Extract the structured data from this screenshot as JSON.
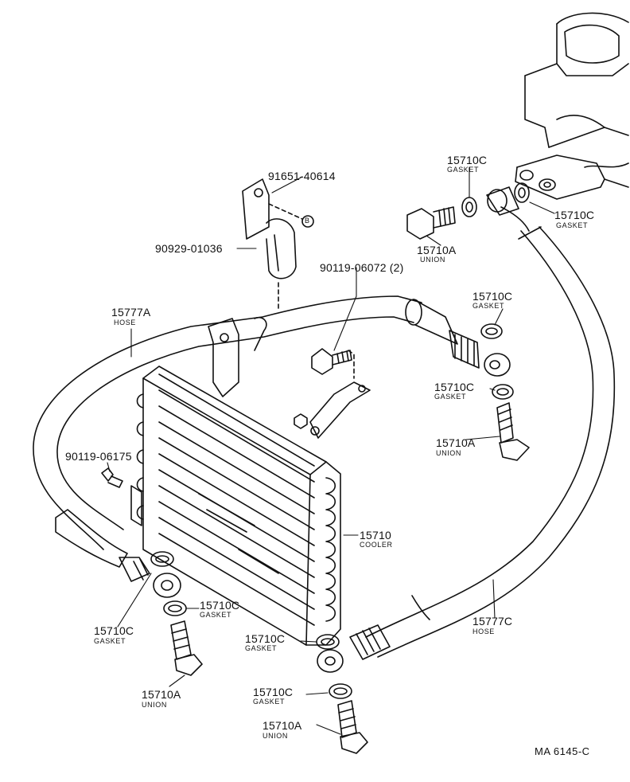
{
  "diagram": {
    "code": "MA 6145-C",
    "callouts": [
      {
        "id": "b",
        "symbol": "B"
      },
      {
        "id": "l1",
        "part": "91651-40614",
        "desc": ""
      },
      {
        "id": "l2",
        "part": "90929-01036",
        "desc": ""
      },
      {
        "id": "l3",
        "part": "90119-06072 (2)",
        "desc": ""
      },
      {
        "id": "l4",
        "part": "15777A",
        "desc": "HOSE"
      },
      {
        "id": "l5",
        "part": "90119-06175",
        "desc": ""
      },
      {
        "id": "l6",
        "part": "15710C",
        "desc": "GASKET"
      },
      {
        "id": "l7",
        "part": "15710A",
        "desc": "UNION"
      },
      {
        "id": "l8",
        "part": "15710C",
        "desc": "GASKET"
      },
      {
        "id": "l9",
        "part": "15710C",
        "desc": "GASKET"
      },
      {
        "id": "l10",
        "part": "15710C",
        "desc": "GASKET"
      },
      {
        "id": "l11",
        "part": "15710A",
        "desc": "UNION"
      },
      {
        "id": "l12",
        "part": "15710",
        "desc": "COOLER"
      },
      {
        "id": "l13",
        "part": "15710C",
        "desc": "GASKET"
      },
      {
        "id": "l14",
        "part": "15710C",
        "desc": "GASKET"
      },
      {
        "id": "l15",
        "part": "15710A",
        "desc": "UNION"
      },
      {
        "id": "l16",
        "part": "15710C",
        "desc": "GASKET"
      },
      {
        "id": "l17",
        "part": "15710C",
        "desc": "GASKET"
      },
      {
        "id": "l18",
        "part": "15710A",
        "desc": "UNION"
      },
      {
        "id": "l19",
        "part": "15777C",
        "desc": "HOSE"
      }
    ]
  }
}
